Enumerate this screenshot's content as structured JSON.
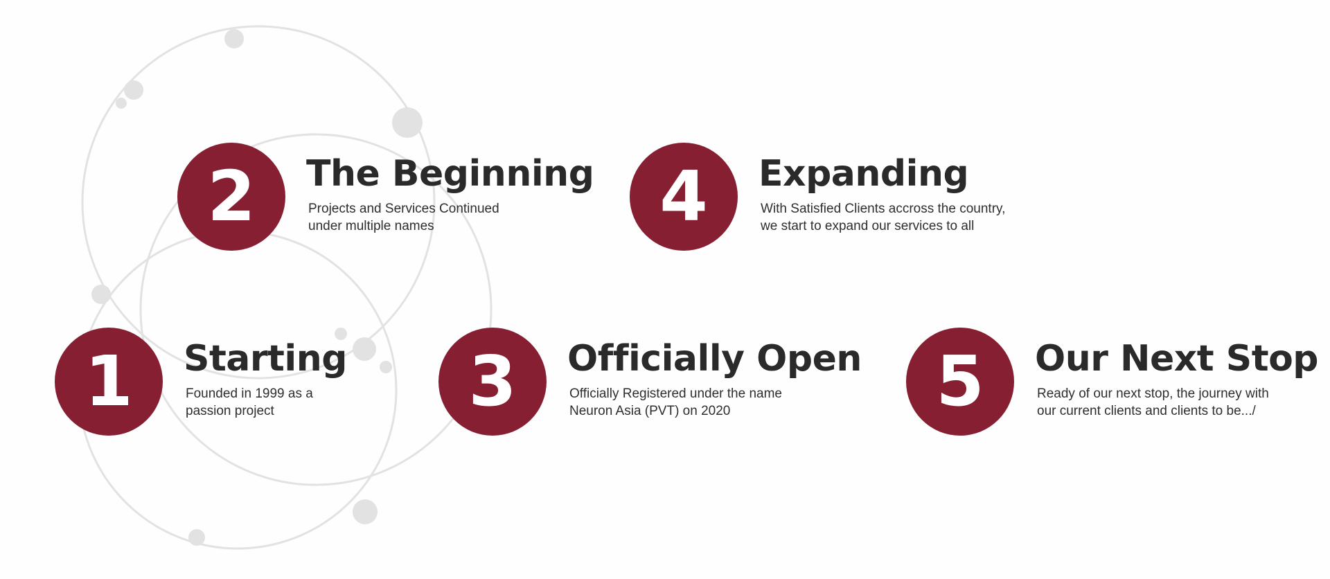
{
  "accent_color": "#871f32",
  "decor_color": "#e2e2e2",
  "steps": [
    {
      "number": "1",
      "title": "Starting",
      "desc_line1": "Founded in 1999 as a",
      "desc_line2": "passion project"
    },
    {
      "number": "2",
      "title": "The Beginning",
      "desc_line1": "Projects and Services Continued",
      "desc_line2": "under multiple names"
    },
    {
      "number": "3",
      "title": "Officially Open",
      "desc_line1": "Officially Registered under the name",
      "desc_line2": "Neuron Asia (PVT) on 2020"
    },
    {
      "number": "4",
      "title": "Expanding",
      "desc_line1": "With Satisfied Clients accross the country,",
      "desc_line2": "we start to expand our services to all"
    },
    {
      "number": "5",
      "title": "Our Next Stop",
      "desc_line1": "Ready of our next stop, the journey with",
      "desc_line2": "our current clients and clients to be.../"
    }
  ]
}
